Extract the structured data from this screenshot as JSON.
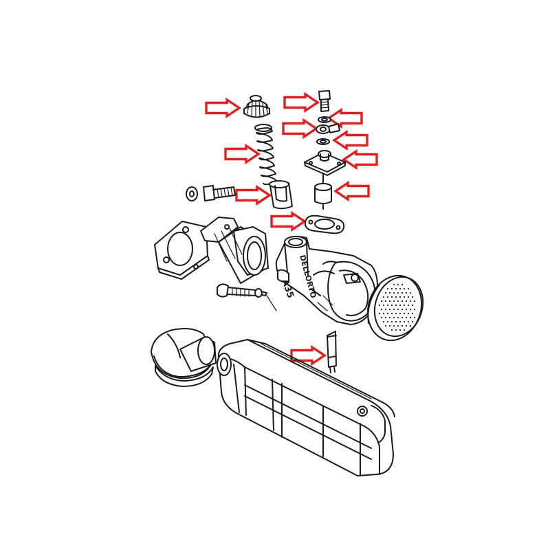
{
  "diagram": {
    "casting_marks": {
      "brand": "DELLORTO",
      "code": "A35"
    },
    "highlight_color": "#e02020",
    "line_color": "#1a1a1a",
    "highlighted_parts": [
      "mixing-chamber-top-cap",
      "throttle-slide-spring",
      "throttle-slide",
      "top-cover-gasket",
      "float-bowl-banjo-bolt",
      "banjo-sealing-washer-upper",
      "fuel-banjo-fitting",
      "banjo-sealing-washer-lower",
      "float-bowl-cover",
      "float",
      "main-jet"
    ]
  }
}
